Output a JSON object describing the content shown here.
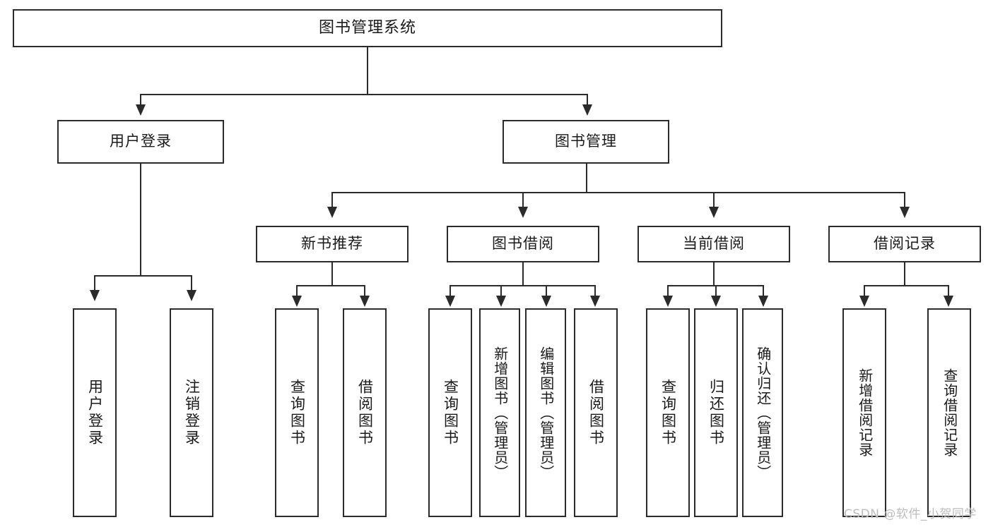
{
  "diagram": {
    "title": "图书管理系统",
    "root": {
      "label": "图书管理系统"
    },
    "level2": [
      {
        "label": "用户登录"
      },
      {
        "label": "图书管理"
      }
    ],
    "level3": [
      {
        "label": "新书推荐"
      },
      {
        "label": "图书借阅"
      },
      {
        "label": "当前借阅"
      },
      {
        "label": "借阅记录"
      }
    ],
    "leaves": [
      {
        "label": "用户登录"
      },
      {
        "label": "注销登录"
      },
      {
        "label": "查询图书"
      },
      {
        "label": "借阅图书"
      },
      {
        "label": "查询图书"
      },
      {
        "label": "新增图书（管理员）"
      },
      {
        "label": "编辑图书（管理员）"
      },
      {
        "label": "借阅图书"
      },
      {
        "label": "查询图书"
      },
      {
        "label": "归还图书"
      },
      {
        "label": "确认归还（管理员）"
      },
      {
        "label": "新增借阅记录"
      },
      {
        "label": "查询借阅记录"
      }
    ]
  },
  "watermark": {
    "text": "CSDN @软件_小贺同学"
  },
  "colors": {
    "stroke": "#2b2b2b",
    "text": "#1a1a1a",
    "background": "#ffffff",
    "watermark": "#bdbdbd"
  }
}
